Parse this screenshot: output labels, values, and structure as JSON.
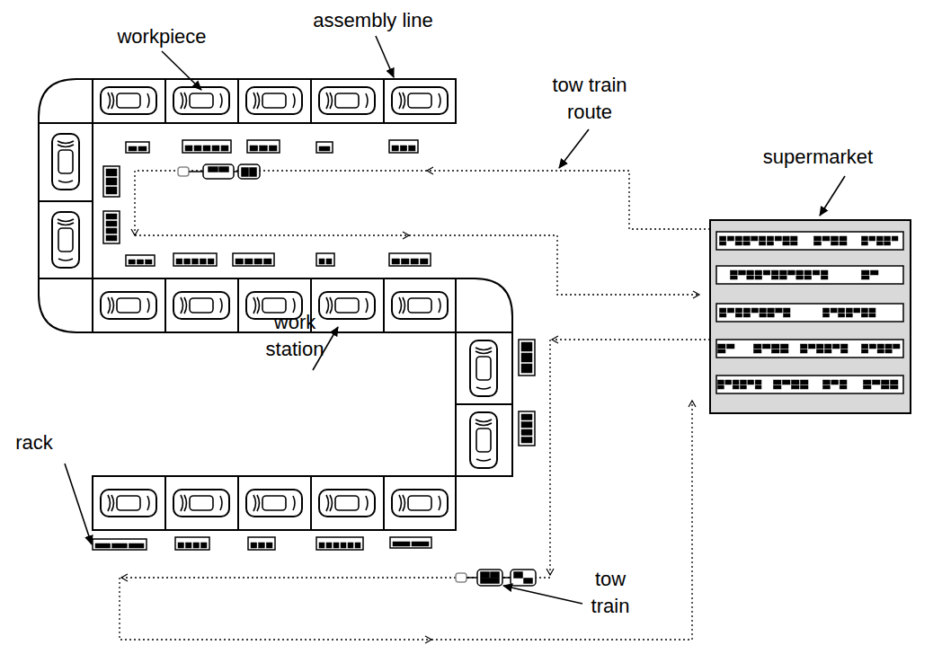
{
  "diagram": {
    "labels": [
      "workpiece",
      "assembly line",
      "tow train route",
      "supermarket",
      "work station",
      "rack",
      "tow train"
    ]
  }
}
